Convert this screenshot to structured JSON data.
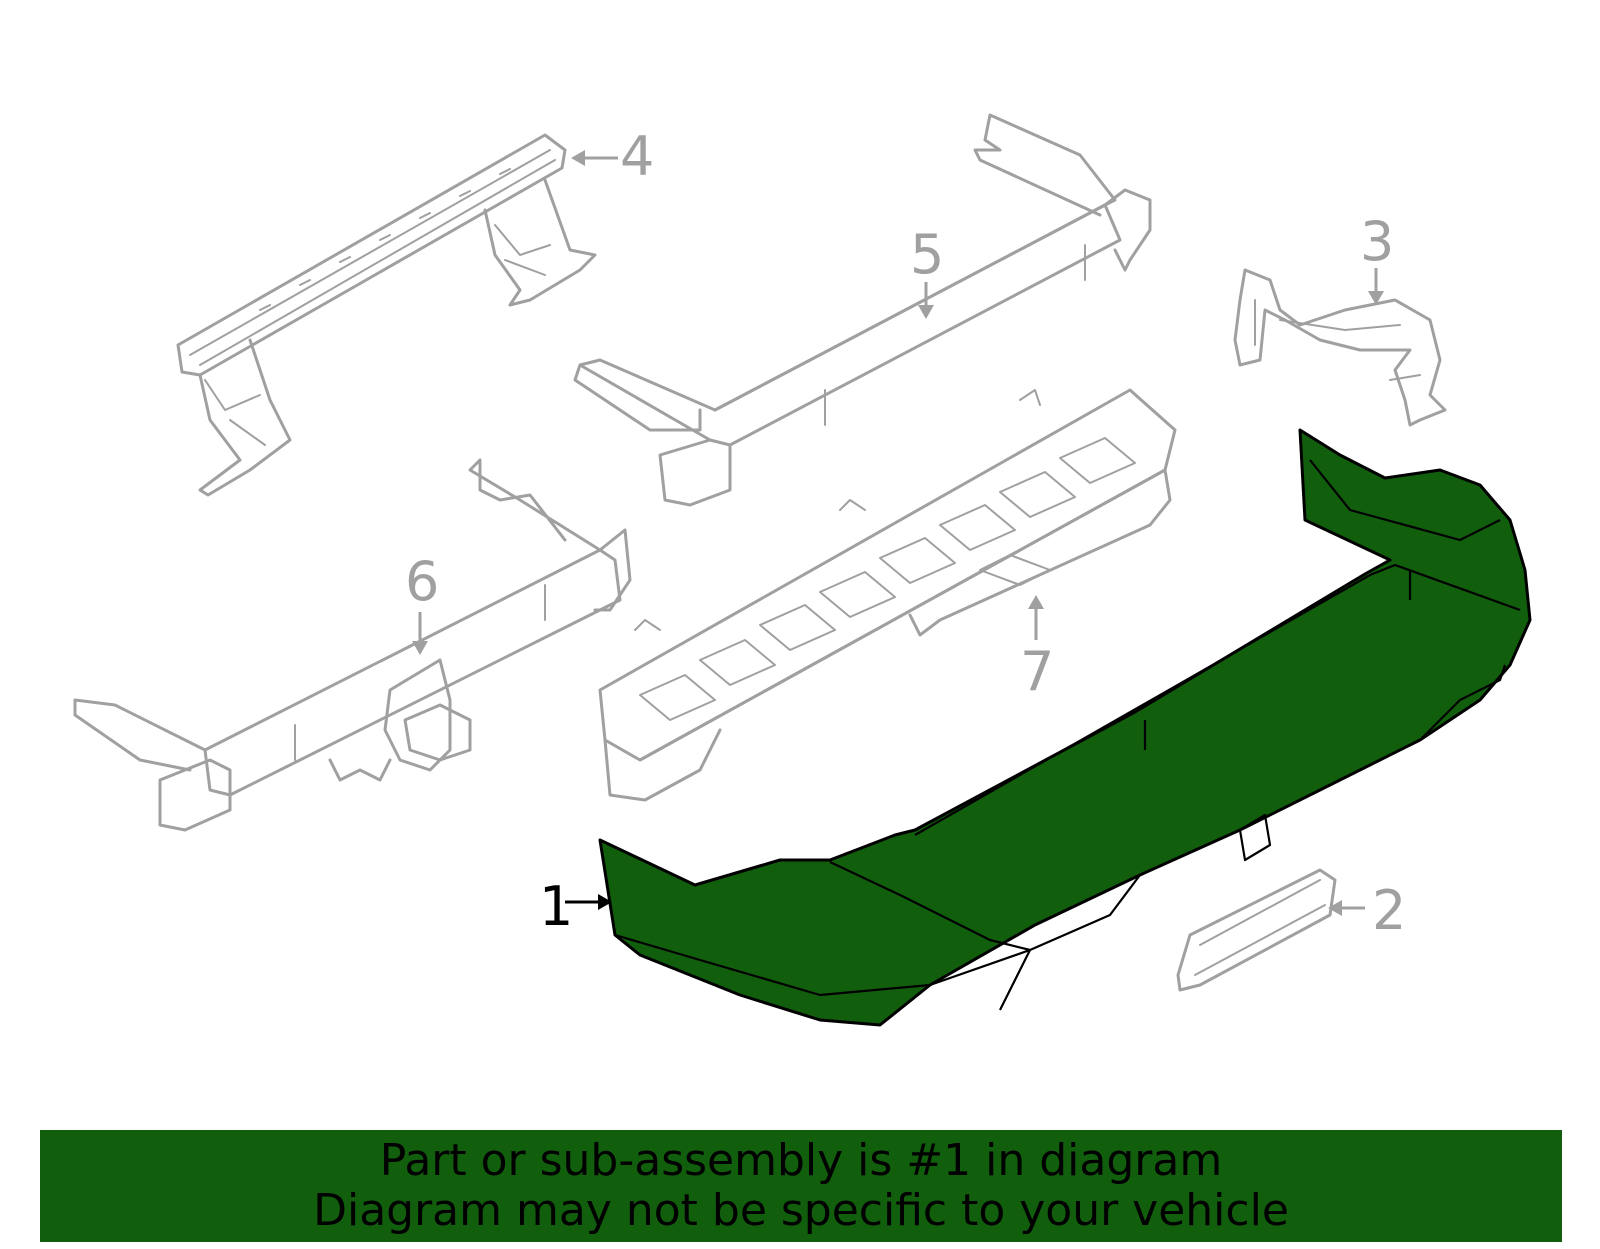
{
  "colors": {
    "highlight": "#115e0d",
    "outline": "#a0a0a0",
    "banner": "#115e0d"
  },
  "callouts": {
    "c1": "1",
    "c2": "2",
    "c3": "3",
    "c4": "4",
    "c5": "5",
    "c6": "6",
    "c7": "7"
  },
  "banner": {
    "line1": "Part or sub-assembly is #1 in diagram",
    "line2": "Diagram may not be specific to your vehicle"
  }
}
